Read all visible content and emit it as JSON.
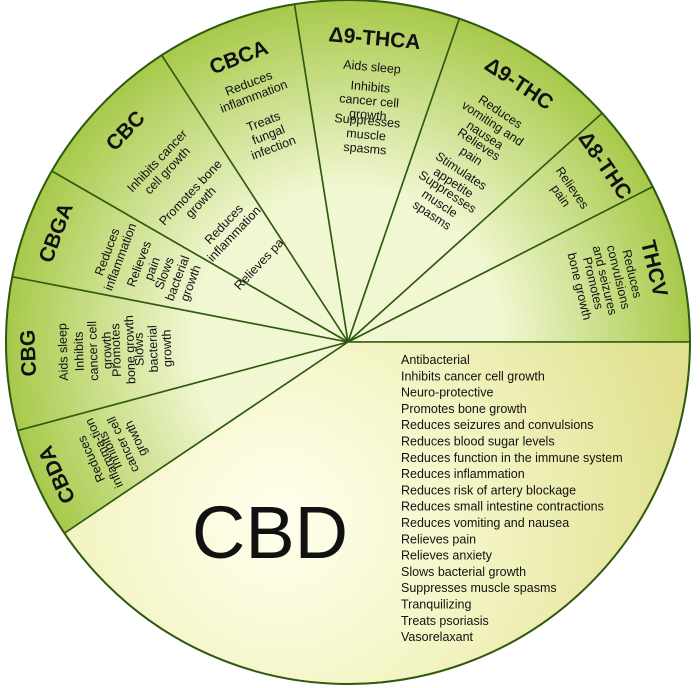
{
  "colors": {
    "outline": "#2f5a10",
    "segment_light": "#f1f7d2",
    "segment_dark": "#a7c94a",
    "cbd_center": "#ffffee",
    "cbd_mid": "#f4f5c6",
    "cbd_edge": "#e0e08f"
  },
  "segments": [
    {
      "title": "CBDA",
      "items": [
        "Reduces inflamma-tion",
        "Inhibits cancer cell growth"
      ]
    },
    {
      "title": "CBG",
      "items": [
        "Aids sleep",
        "Inhibits cancer cell growth",
        "Promotes bone growth",
        "Slows bacterial growth"
      ]
    },
    {
      "title": "CBGA",
      "items": [
        "Reduces inflammation",
        "Relieves pain",
        "Slows bacterial growth"
      ]
    },
    {
      "title": "CBC",
      "items": [
        "Inhibits cancer cell growth",
        "Promotes bone growth",
        "Reduces inflammation",
        "Relieves pain"
      ]
    },
    {
      "title": "CBCA",
      "items": [
        "Reduces inflammation",
        "Treats fungal infection"
      ]
    },
    {
      "title": "Δ9-THCA",
      "items": [
        "Aids sleep",
        "Inhibits cancer cell growth",
        "Suppresses muscle spasms"
      ]
    },
    {
      "title": "Δ9-THC",
      "items": [
        "Reduces vomiting and nausea",
        "Relieves pain",
        "Stimulates appetite",
        "Suppresses muscle spasms"
      ]
    },
    {
      "title": "Δ8-THC",
      "items": [
        "Relieves pain"
      ]
    },
    {
      "title": "THCV",
      "items": [
        "Reduces convulsions and seizures",
        "Promotes bone growth"
      ]
    }
  ],
  "cbd": {
    "title": "CBD",
    "items": [
      "Antibacterial",
      "Inhibits cancer cell growth",
      "Neuro-protective",
      "Promotes bone growth",
      "Reduces seizures and convulsions",
      "Reduces blood sugar levels",
      "Reduces function in the immune system",
      "Reduces inflammation",
      "Reduces risk of artery blockage",
      "Reduces small intestine contractions",
      "Reduces vomiting and nausea",
      "Relieves pain",
      "Relieves anxiety",
      "Slows bacterial growth",
      "Suppresses muscle spasms",
      "Tranquilizing",
      "Treats psoriasis",
      "Vasorelaxant"
    ]
  }
}
